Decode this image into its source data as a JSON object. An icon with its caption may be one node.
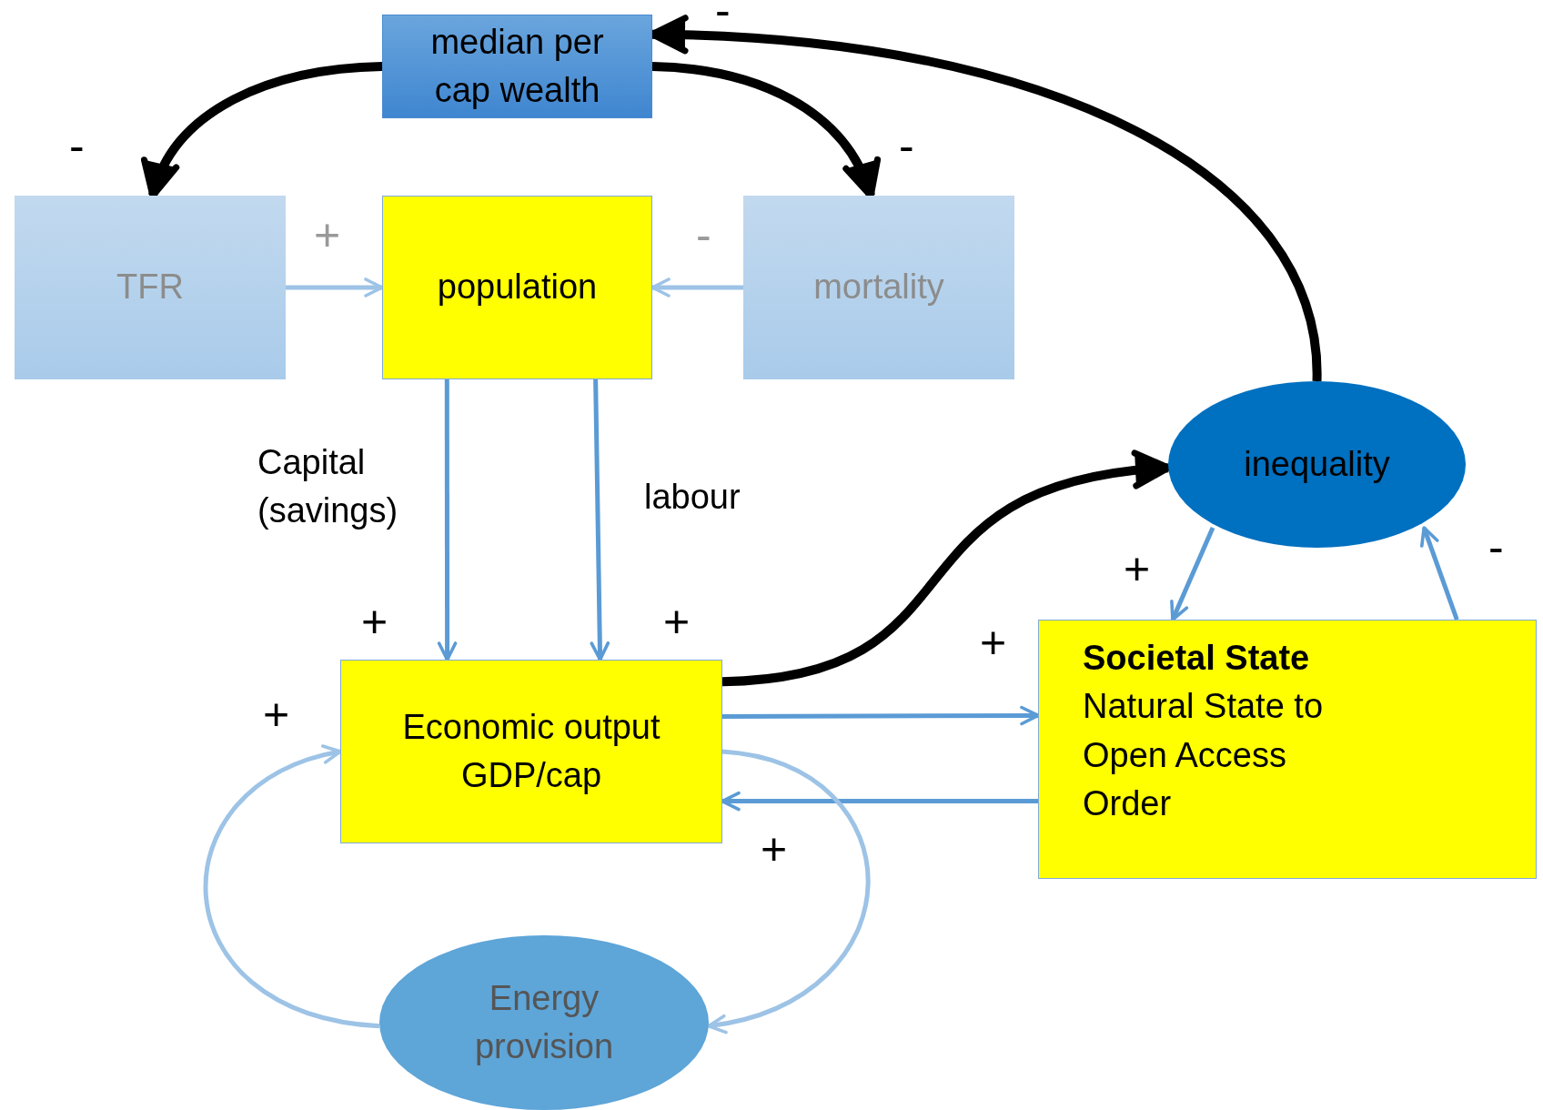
{
  "diagram": {
    "nodes": [
      {
        "text": [
          "median per cap wealth"
        ]
      },
      {
        "text": [
          "TFR"
        ]
      },
      {
        "text": [
          "population"
        ]
      },
      {
        "text": [
          "mortality"
        ]
      },
      {
        "text": [
          "inequality"
        ]
      },
      {
        "text": [
          "Economic output GDP/cap"
        ]
      },
      {
        "text": [
          "Societal State",
          "Natural State to Open Access Order"
        ]
      },
      {
        "text": [
          "Energy provision"
        ]
      }
    ],
    "edges": [
      {
        "from": 0,
        "to": 1,
        "arrow": "to",
        "color": "#000000",
        "style": "thick"
      },
      {
        "from": 0,
        "to": 3,
        "arrow": "to",
        "color": "#000000",
        "style": "thick"
      },
      {
        "from": 4,
        "to": 0,
        "arrow": "to",
        "color": "#000000",
        "style": "thick"
      },
      {
        "from": 1,
        "to": 2,
        "arrow": "to",
        "color": "#9dc3e6"
      },
      {
        "from": 3,
        "to": 2,
        "arrow": "to",
        "color": "#9dc3e6"
      },
      {
        "from": 2,
        "to": 5,
        "arrow": "to",
        "label": "Capital (savings)"
      },
      {
        "from": 2,
        "to": 5,
        "arrow": "to",
        "label": "labour"
      },
      {
        "from": 5,
        "to": 4,
        "arrow": "to",
        "color": "#000000",
        "style": "thick"
      },
      {
        "from": 5,
        "to": 6,
        "arrow": "to"
      },
      {
        "from": 6,
        "to": 5,
        "arrow": "to"
      },
      {
        "from": 4,
        "to": 6,
        "arrow": "to"
      },
      {
        "from": 6,
        "to": 4,
        "arrow": "to"
      },
      {
        "from": 7,
        "to": 5,
        "arrow": "to",
        "color": "#9dc3e6"
      },
      {
        "from": 5,
        "to": 7,
        "arrow": "to",
        "color": "#9dc3e6"
      }
    ],
    "labels": [
      "-",
      "-",
      "-",
      "+",
      "-",
      "+",
      "-",
      "+",
      "+",
      "+",
      "+",
      "+"
    ]
  }
}
